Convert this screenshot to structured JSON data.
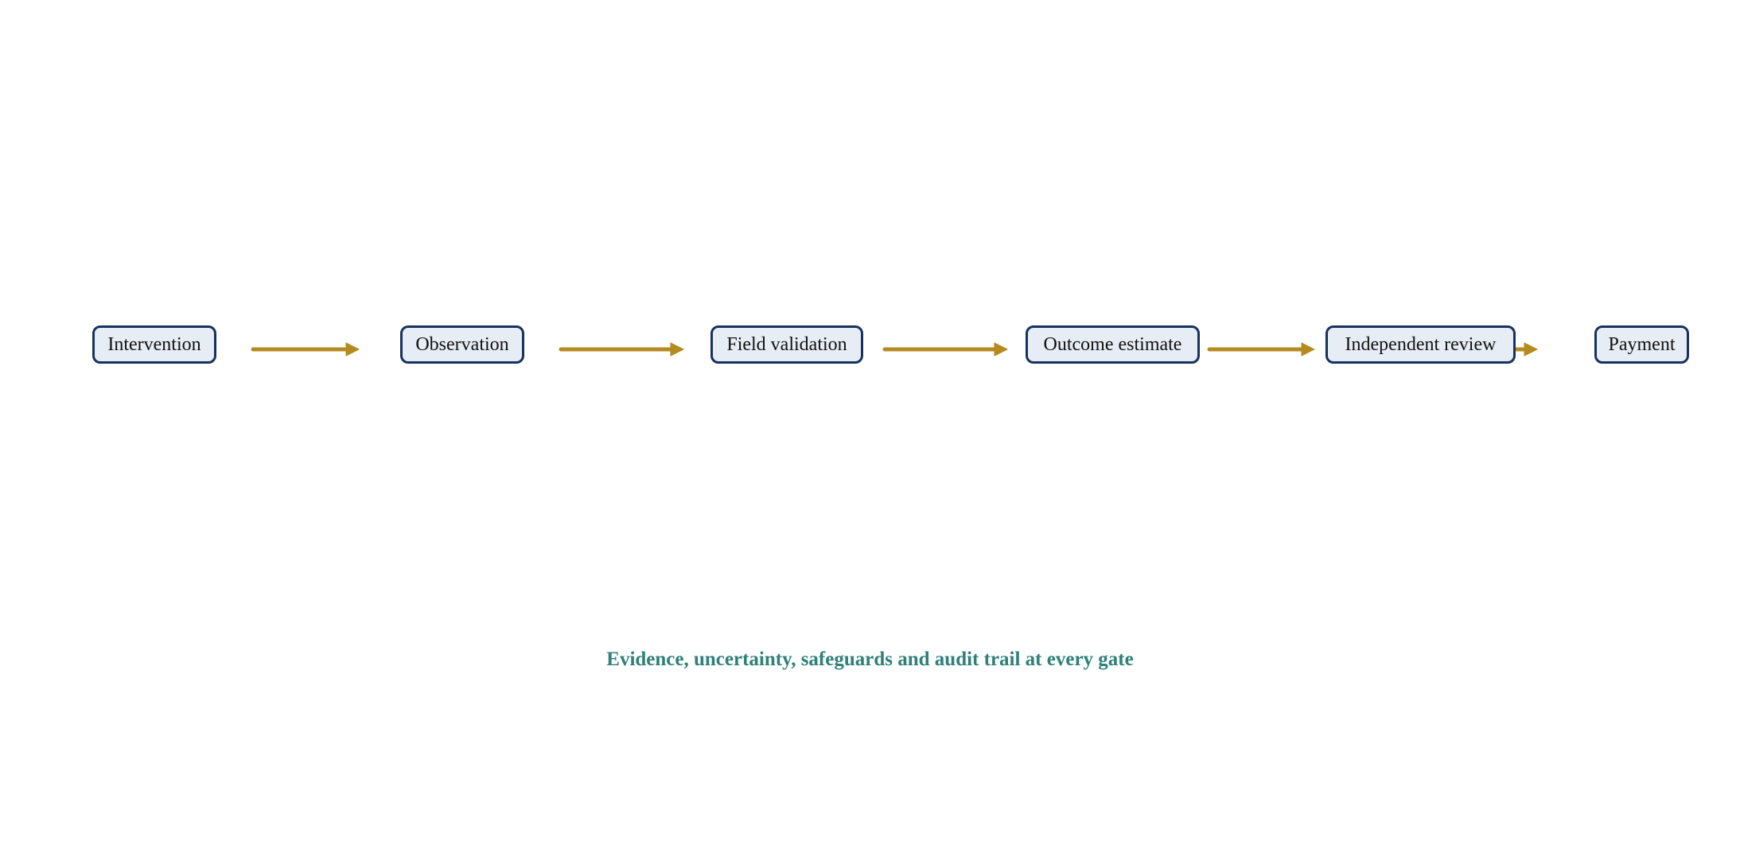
{
  "diagram": {
    "nodes": [
      {
        "id": "intervention",
        "label": "Intervention"
      },
      {
        "id": "observation",
        "label": "Observation"
      },
      {
        "id": "field-validation",
        "label": "Field validation"
      },
      {
        "id": "outcome-estimate",
        "label": "Outcome estimate"
      },
      {
        "id": "independent-review",
        "label": "Independent review"
      },
      {
        "id": "payment",
        "label": "Payment"
      }
    ],
    "edges": [
      {
        "from": "intervention",
        "to": "observation"
      },
      {
        "from": "observation",
        "to": "field-validation"
      },
      {
        "from": "field-validation",
        "to": "outcome-estimate"
      },
      {
        "from": "outcome-estimate",
        "to": "independent-review"
      },
      {
        "from": "independent-review",
        "to": "payment"
      }
    ],
    "caption": "Evidence, uncertainty, safeguards and audit trail at every gate",
    "colors": {
      "node_border": "#17325e",
      "node_fill": "#e7edf5",
      "arrow": "#b58a1e",
      "caption": "#2e8078"
    }
  }
}
